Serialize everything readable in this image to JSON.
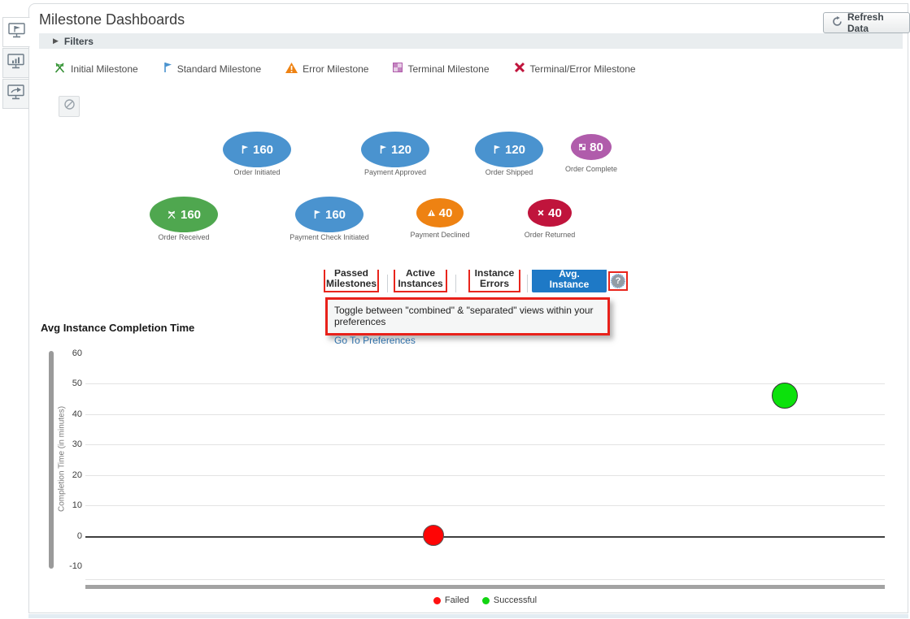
{
  "header": {
    "title": "Milestone Dashboards",
    "refresh_label": "Refresh Data"
  },
  "filters": {
    "label": "Filters"
  },
  "sidebar": {
    "items": [
      {
        "name": "milestone-dashboard-view",
        "icon": "monitor-flag-icon",
        "active": true
      },
      {
        "name": "chart-dashboard-view",
        "icon": "monitor-chart-icon",
        "active": false
      },
      {
        "name": "export-dashboard-view",
        "icon": "monitor-share-icon",
        "active": false
      }
    ]
  },
  "milestone_legend": [
    {
      "label": "Initial Milestone",
      "icon": "crossed-flags-icon",
      "color": "#3e9b3e"
    },
    {
      "label": "Standard Milestone",
      "icon": "flag-icon",
      "color": "#4a93cf"
    },
    {
      "label": "Error Milestone",
      "icon": "warning-triangle-icon",
      "color": "#ee8212"
    },
    {
      "label": "Terminal Milestone",
      "icon": "checkered-square-icon",
      "color": "#b05cab"
    },
    {
      "label": "Terminal/Error Milestone",
      "icon": "x-icon",
      "color": "#c0143c"
    }
  ],
  "milestones": [
    {
      "label": "Order Initiated",
      "value": "160",
      "type": "standard",
      "color": "#4a93cf"
    },
    {
      "label": "Payment Approved",
      "value": "120",
      "type": "standard",
      "color": "#4a93cf"
    },
    {
      "label": "Order Shipped",
      "value": "120",
      "type": "standard",
      "color": "#4a93cf"
    },
    {
      "label": "Order Complete",
      "value": "80",
      "type": "terminal",
      "color": "#b05cab"
    },
    {
      "label": "Order Received",
      "value": "160",
      "type": "initial",
      "color": "#4fa74f"
    },
    {
      "label": "Payment Check Initiated",
      "value": "160",
      "type": "standard",
      "color": "#4a93cf"
    },
    {
      "label": "Payment Declined",
      "value": "40",
      "type": "error",
      "color": "#ee8212"
    },
    {
      "label": "Order Returned",
      "value": "40",
      "type": "terminal-error",
      "color": "#c0143c"
    }
  ],
  "tabs": [
    {
      "line1": "Passed",
      "line2": "Milestones",
      "active": false,
      "highlighted": true
    },
    {
      "line1": "Active",
      "line2": "Instances",
      "active": false,
      "highlighted": true
    },
    {
      "line1": "Instance",
      "line2": "Errors",
      "active": false,
      "highlighted": true
    },
    {
      "line1": "Avg.",
      "line2": "Instance",
      "active": true,
      "highlighted": false
    }
  ],
  "help": {
    "icon_label": "?",
    "tooltip_text": "Toggle between \"combined\" & \"separated\" views within your preferences",
    "tooltip_link": "Go To Preferences"
  },
  "chart_data": {
    "type": "scatter",
    "title": "Avg Instance Completion Time",
    "xlabel": "",
    "ylabel": "Completion Time (in minutes)",
    "yticks": [
      60,
      50,
      40,
      30,
      20,
      10,
      0,
      -10
    ],
    "ylim": [
      -20,
      65
    ],
    "grid": true,
    "legend_position": "bottom",
    "series": [
      {
        "name": "Failed",
        "color": "#ff0505",
        "points": [
          {
            "x_fraction": 0.435,
            "y": 1
          }
        ]
      },
      {
        "name": "Successful",
        "color": "#0ce10c",
        "points": [
          {
            "x_fraction": 0.875,
            "y": 46
          }
        ]
      }
    ]
  }
}
